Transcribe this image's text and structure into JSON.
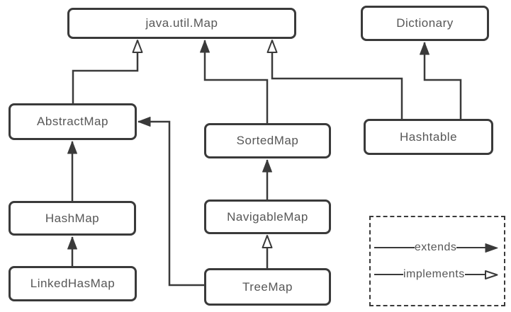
{
  "diagram": {
    "type": "class-hierarchy",
    "nodes": [
      {
        "id": "java-util-map",
        "label": "java.util.Map"
      },
      {
        "id": "dictionary",
        "label": "Dictionary"
      },
      {
        "id": "abstractmap",
        "label": "AbstractMap"
      },
      {
        "id": "sortedmap",
        "label": "SortedMap"
      },
      {
        "id": "hashtable",
        "label": "Hashtable"
      },
      {
        "id": "hashmap",
        "label": "HashMap"
      },
      {
        "id": "navigablemap",
        "label": "NavigableMap"
      },
      {
        "id": "linkedhasmap",
        "label": "LinkedHasMap"
      },
      {
        "id": "treemap",
        "label": "TreeMap"
      }
    ],
    "edges": [
      {
        "from": "abstractmap",
        "to": "java.util.Map",
        "relation": "implements",
        "arrowhead": "hollow"
      },
      {
        "from": "sortedmap",
        "to": "java.util.Map",
        "relation": "extends",
        "arrowhead": "filled"
      },
      {
        "from": "hashtable",
        "to": "java.util.Map",
        "relation": "implements",
        "arrowhead": "hollow"
      },
      {
        "from": "hashtable",
        "to": "Dictionary",
        "relation": "extends",
        "arrowhead": "filled"
      },
      {
        "from": "hashmap",
        "to": "AbstractMap",
        "relation": "extends",
        "arrowhead": "filled"
      },
      {
        "from": "linkedhasmap",
        "to": "HashMap",
        "relation": "extends",
        "arrowhead": "filled"
      },
      {
        "from": "navigablemap",
        "to": "SortedMap",
        "relation": "extends",
        "arrowhead": "filled"
      },
      {
        "from": "treemap",
        "to": "NavigableMap",
        "relation": "implements",
        "arrowhead": "hollow"
      },
      {
        "from": "treemap",
        "to": "AbstractMap",
        "relation": "extends",
        "arrowhead": "filled"
      }
    ],
    "legend": {
      "extends_label": "extends",
      "implements_label": "implements"
    },
    "colors": {
      "stroke": "#3a3a3a",
      "text": "#575757",
      "background": "#ffffff"
    }
  }
}
